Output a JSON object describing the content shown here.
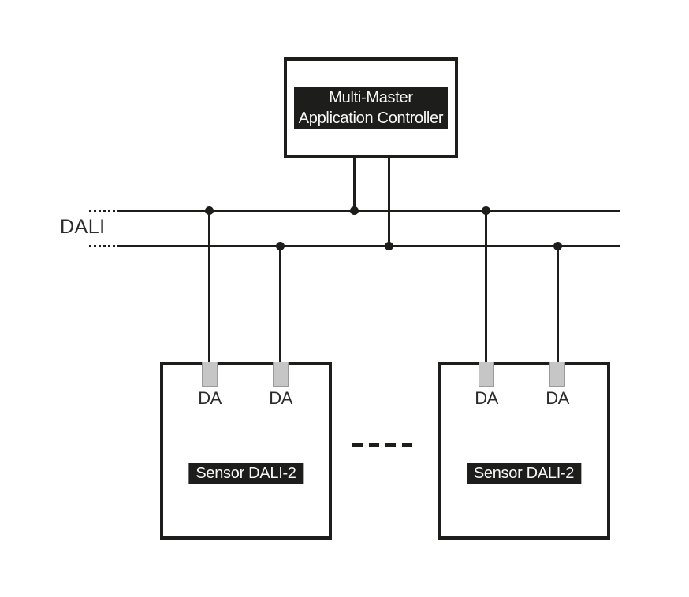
{
  "diagram": {
    "controller": {
      "line1": "Multi-Master",
      "line2": "Application Controller"
    },
    "bus": {
      "label": "DALI",
      "wires": 2,
      "left_continuation": "dotted",
      "junction_dots": 6
    },
    "sensors": [
      {
        "label": "Sensor DALI-2",
        "terminals": [
          "DA",
          "DA"
        ]
      },
      {
        "label": "Sensor DALI-2",
        "terminals": [
          "DA",
          "DA"
        ]
      }
    ],
    "continuation_dashes": "- - - -",
    "colors": {
      "background": "#ffffff",
      "line": "#1d1d1b",
      "label_background": "#1d1d1b",
      "label_text": "#f7f7f7",
      "terminal_fill": "#c6c6c6",
      "terminal_border": "#9b9b9b",
      "text": "#2b2b2b"
    }
  }
}
